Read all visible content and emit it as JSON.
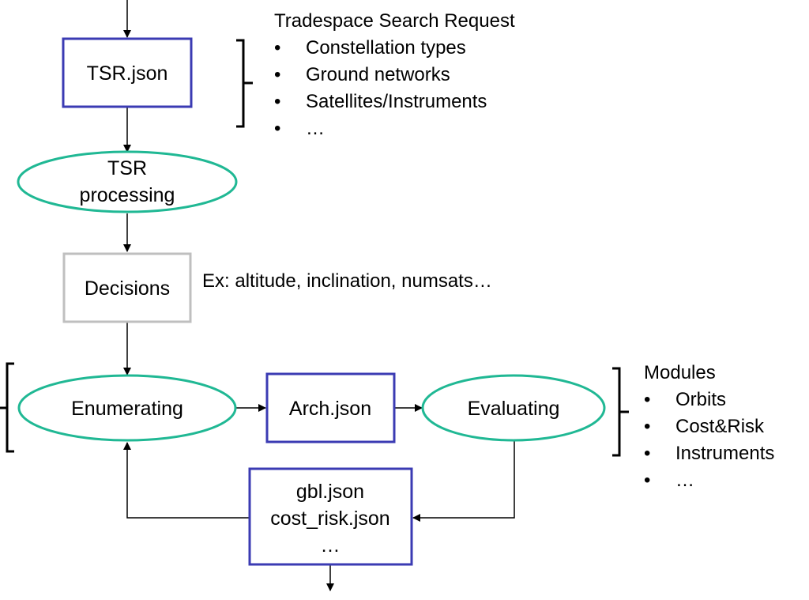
{
  "colors": {
    "file_box_border": "#3b3bb3",
    "decision_box_border": "#bfbfbf",
    "process_ellipse_border": "#20b894",
    "line": "#000000"
  },
  "nodes": {
    "tsr_file": "TSR.json",
    "tsr_processing_line1": "TSR",
    "tsr_processing_line2": "processing",
    "decisions": "Decisions",
    "enumerating": "Enumerating",
    "arch_file": "Arch.json",
    "evaluating": "Evaluating",
    "results_line1": "gbl.json",
    "results_line2": "cost_risk.json",
    "results_line3": "…"
  },
  "notes": {
    "tsr": {
      "title": "Tradespace Search Request",
      "items": [
        "Constellation types",
        "Ground networks",
        "Satellites/Instruments",
        "…"
      ]
    },
    "decisions_example": "Ex: altitude, inclination, numsats…",
    "modules": {
      "title": "Modules",
      "items": [
        "Orbits",
        "Cost&Risk",
        "Instruments",
        "…"
      ]
    },
    "bullet": "•"
  }
}
